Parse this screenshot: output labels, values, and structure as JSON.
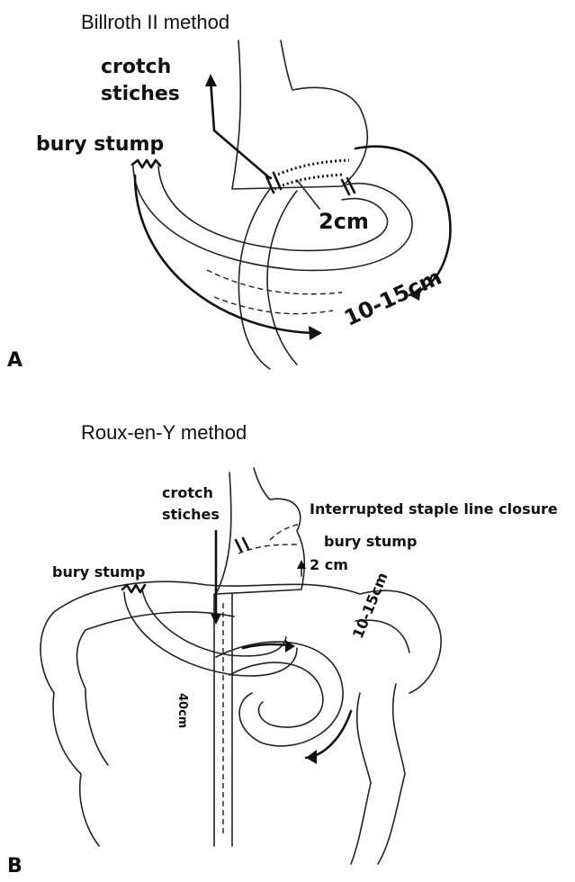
{
  "panel_a": {
    "title": "Billroth II method",
    "letter": "A",
    "labels": {
      "crotch": "crotch",
      "stiches": "stiches",
      "bury_stump": "bury stump",
      "two_cm": "2cm",
      "length": "10-15cm"
    }
  },
  "panel_b": {
    "title": "Roux-en-Y method",
    "letter": "B",
    "labels": {
      "bury_stump_left": "bury stump",
      "crotch": "crotch",
      "stiches": "stiches",
      "staple_line": "Interrupted staple line closure",
      "bury_stump_right": "bury stump",
      "two_cm": "2 cm",
      "forty_cm": "40cm",
      "length": "10-15cm"
    }
  }
}
